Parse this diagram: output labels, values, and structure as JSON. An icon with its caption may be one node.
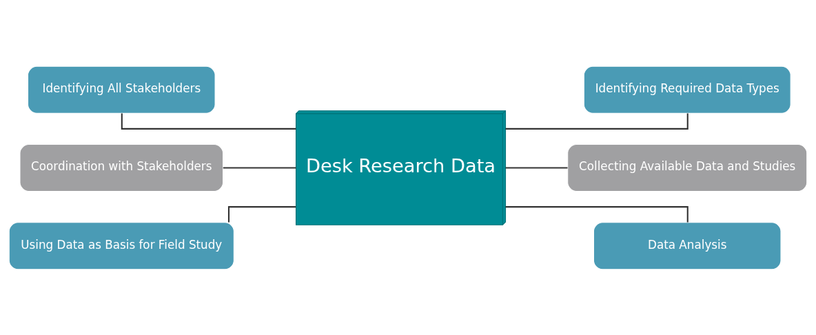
{
  "diagram": {
    "nodes": [
      {
        "text": [
          "Identifying All Stakeholders"
        ]
      },
      {
        "text": [
          "Identifying Required Data Types"
        ]
      },
      {
        "text": [
          "Coordination with Stakeholders"
        ]
      },
      {
        "text": [
          "Desk Research Data"
        ]
      },
      {
        "text": [
          "Collecting Available Data and Studies"
        ]
      },
      {
        "text": [
          "Using Data as Basis for Field Study"
        ]
      },
      {
        "text": [
          "Data Analysis"
        ]
      }
    ],
    "edges": [
      {
        "from": 0,
        "to": 3,
        "arrow": "none"
      },
      {
        "from": 2,
        "to": 3,
        "arrow": "none"
      },
      {
        "from": 5,
        "to": 3,
        "arrow": "none"
      },
      {
        "from": 3,
        "to": 1,
        "arrow": "none"
      },
      {
        "from": 3,
        "to": 4,
        "arrow": "none"
      },
      {
        "from": 3,
        "to": 6,
        "arrow": "none"
      }
    ]
  }
}
